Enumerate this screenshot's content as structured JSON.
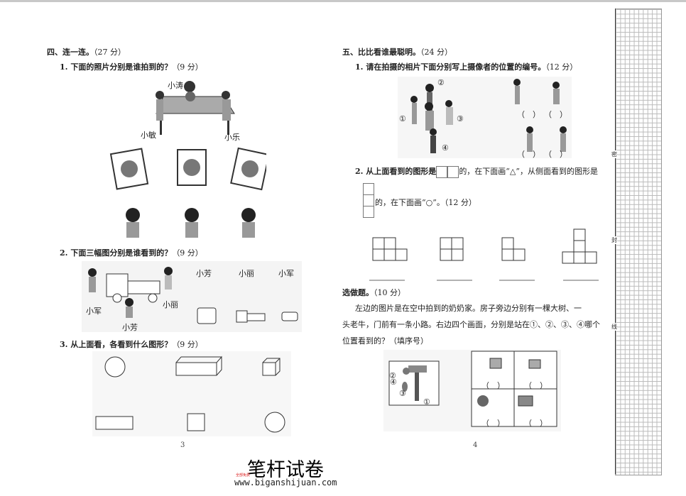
{
  "left_page": {
    "section_title": "四、连一连。",
    "section_points": "（27 分）",
    "q1": {
      "text": "1. 下面的照片分别是谁拍到的？",
      "points": "（9 分）",
      "names": [
        "小涛",
        "小敏",
        "小乐"
      ]
    },
    "q2": {
      "text": "2. 下面三幅图分别是谁看到的？",
      "points": "（9 分）",
      "scene_names": [
        "小军",
        "小丽",
        "小芳"
      ],
      "column_names": [
        "小芳",
        "小丽",
        "小军"
      ]
    },
    "q3": {
      "text": "3. 从上面看，各看到什么图形？",
      "points": "（9 分）"
    },
    "page_number": "3"
  },
  "right_page": {
    "section_title": "五、比比看谁最聪明。",
    "section_points": "（24 分）",
    "q1": {
      "text": "1. 请在拍摄的相片下面分别写上摄像者的位置的编号。",
      "points": "（12 分）",
      "positions": [
        "①",
        "②",
        "③",
        "④"
      ],
      "blank": "（　）"
    },
    "q2": {
      "text_a": "2. 从上面看到的图形是",
      "text_b": "的，在下面画“△”，从侧面看到的图形是",
      "text_c": "的，在下面画“○”。",
      "points": "（12 分）"
    },
    "optional": {
      "title": "选做题。",
      "points": "（10 分）",
      "para1": "左边的图片是在空中拍到的奶奶家。房子旁边分别有一棵大树、一",
      "para2": "头老牛，门前有一条小路。右边四个画面，分别是站在①、②、③、④哪个",
      "para3": "位置看到的？（填序号）",
      "map_labels": [
        "②",
        "④",
        "③",
        "①"
      ],
      "blank": "（　）"
    },
    "page_number": "4"
  },
  "binding_margin": [
    "密",
    "封",
    "线"
  ],
  "watermark": {
    "title": "笔杆试卷",
    "url": "www.biganshijuan.com",
    "badge": "全部免费"
  }
}
